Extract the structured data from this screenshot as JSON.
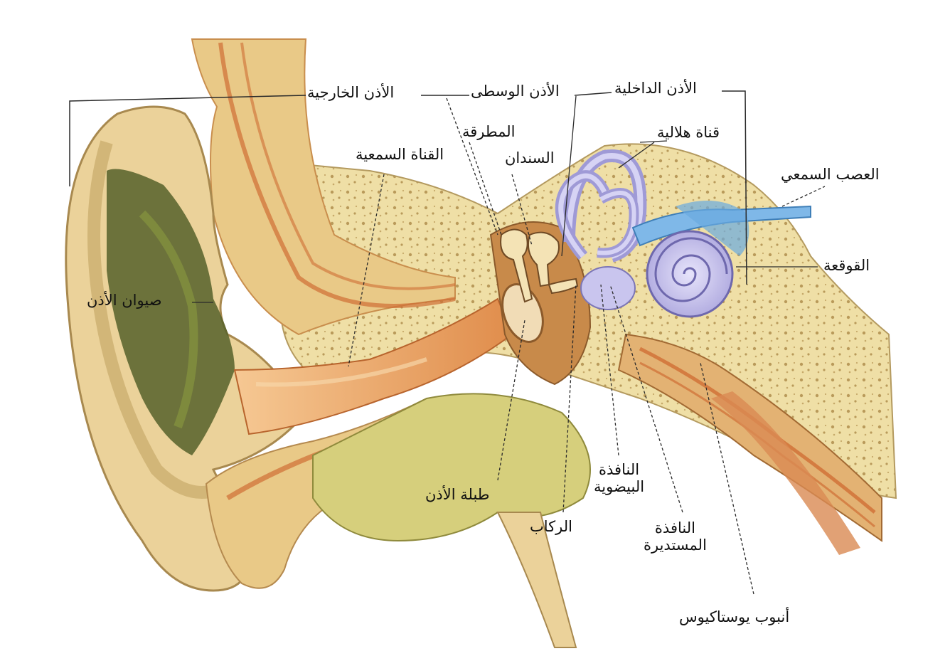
{
  "labels": {
    "outer_ear": "الأذن الخارجية",
    "middle_ear": "الأذن الوسطى",
    "inner_ear": "الأذن الداخلية",
    "semicircular_canal": "قناة هلالية",
    "auditory_nerve": "العصب السمعي",
    "hammer": "المطرقة",
    "anvil": "السندان",
    "ear_canal": "القناة السمعية",
    "cochlea": "القوقعة",
    "pinna": "صيوان الأذن",
    "oval_window_1": "النافذة",
    "oval_window_2": "البيضوية",
    "eardrum": "طبلة الأذن",
    "stirrup": "الركاب",
    "round_window_1": "النافذة",
    "round_window_2": "المستديرة",
    "eustachian_tube": "أنبوب يوستاكيوس"
  },
  "colors": {
    "bone": "#efdfa6",
    "bone_dark": "#d8c184",
    "cartilage": "#e9c987",
    "flesh": "#e8a25e",
    "canal": "#f0b27a",
    "olive": "#8a8a3c",
    "olive_dark": "#4f5a24",
    "cochlea": "#b9b4e6",
    "nerve": "#7fb8e8",
    "muscle": "#cf6e34",
    "line": "#2a2a2a"
  }
}
